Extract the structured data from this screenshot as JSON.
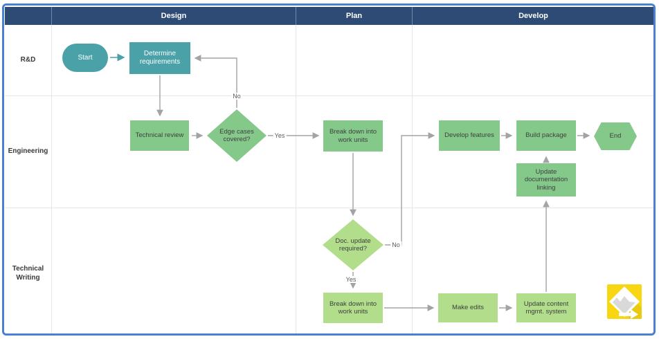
{
  "colors": {
    "frame_blue": "#4a80d2",
    "header_bg": "#2d4b74",
    "header_text": "#ffffff",
    "teal": "#4aa1a8",
    "green_mid": "#85c98a",
    "green_light": "#b2dd8b",
    "node_text_dark": "#3f4040",
    "arrow_gray": "#a3a3a3",
    "grid_line": "#e6e6e6",
    "lane_label": "#3a3a3a",
    "edge_label": "#595959",
    "logo_yellow": "#f8d712"
  },
  "header": {
    "phases": [
      {
        "label": "Design"
      },
      {
        "label": "Plan"
      },
      {
        "label": "Develop"
      }
    ]
  },
  "lanes": [
    {
      "label": "R&D"
    },
    {
      "label": "Engineering"
    },
    {
      "label": "Technical Writing"
    }
  ],
  "nodes": {
    "start": {
      "label": "Start",
      "shape": "stadium",
      "lane": "R&D",
      "phase": "Design"
    },
    "determine_requirements": {
      "label": "Determine requirements",
      "shape": "process",
      "lane": "R&D",
      "phase": "Design"
    },
    "technical_review": {
      "label": "Technical review",
      "shape": "process",
      "lane": "Engineering",
      "phase": "Design"
    },
    "edge_cases_covered": {
      "label": "Edge cases covered?",
      "shape": "decision",
      "lane": "Engineering",
      "phase": "Design"
    },
    "break_down_work_units_eng": {
      "label": "Break down into work units",
      "shape": "process",
      "lane": "Engineering",
      "phase": "Plan"
    },
    "develop_features": {
      "label": "Develop features",
      "shape": "process",
      "lane": "Engineering",
      "phase": "Develop"
    },
    "build_package": {
      "label": "Build package",
      "shape": "process",
      "lane": "Engineering",
      "phase": "Develop"
    },
    "end": {
      "label": "End",
      "shape": "terminator",
      "lane": "Engineering",
      "phase": "Develop"
    },
    "update_documentation_linking": {
      "label": "Update documentation linking",
      "shape": "process",
      "lane": "Engineering",
      "phase": "Develop"
    },
    "doc_update_required": {
      "label": "Doc. update required?",
      "shape": "decision",
      "lane": "Technical Writing",
      "phase": "Plan"
    },
    "break_down_work_units_tw": {
      "label": "Break down into work units",
      "shape": "process",
      "lane": "Technical Writing",
      "phase": "Plan"
    },
    "make_edits": {
      "label": "Make edits",
      "shape": "process",
      "lane": "Technical Writing",
      "phase": "Develop"
    },
    "update_content_mgmt_system": {
      "label": "Update content mgmt. system",
      "shape": "process",
      "lane": "Technical Writing",
      "phase": "Develop"
    }
  },
  "edge_labels": {
    "no_edge_cases": "No",
    "yes_edge_cases": "Yes",
    "no_doc_update": "No",
    "yes_doc_update": "Yes"
  },
  "edges": [
    {
      "from": "start",
      "to": "determine_requirements",
      "label": ""
    },
    {
      "from": "determine_requirements",
      "to": "technical_review",
      "label": ""
    },
    {
      "from": "technical_review",
      "to": "edge_cases_covered",
      "label": ""
    },
    {
      "from": "edge_cases_covered",
      "to": "determine_requirements",
      "label": "No"
    },
    {
      "from": "edge_cases_covered",
      "to": "break_down_work_units_eng",
      "label": "Yes"
    },
    {
      "from": "break_down_work_units_eng",
      "to": "doc_update_required",
      "label": ""
    },
    {
      "from": "doc_update_required",
      "to": "develop_features",
      "label": "No"
    },
    {
      "from": "doc_update_required",
      "to": "break_down_work_units_tw",
      "label": "Yes"
    },
    {
      "from": "break_down_work_units_tw",
      "to": "make_edits",
      "label": ""
    },
    {
      "from": "make_edits",
      "to": "update_content_mgmt_system",
      "label": ""
    },
    {
      "from": "update_content_mgmt_system",
      "to": "update_documentation_linking",
      "label": ""
    },
    {
      "from": "update_documentation_linking",
      "to": "build_package",
      "label": ""
    },
    {
      "from": "develop_features",
      "to": "build_package",
      "label": ""
    },
    {
      "from": "build_package",
      "to": "end",
      "label": ""
    }
  ]
}
